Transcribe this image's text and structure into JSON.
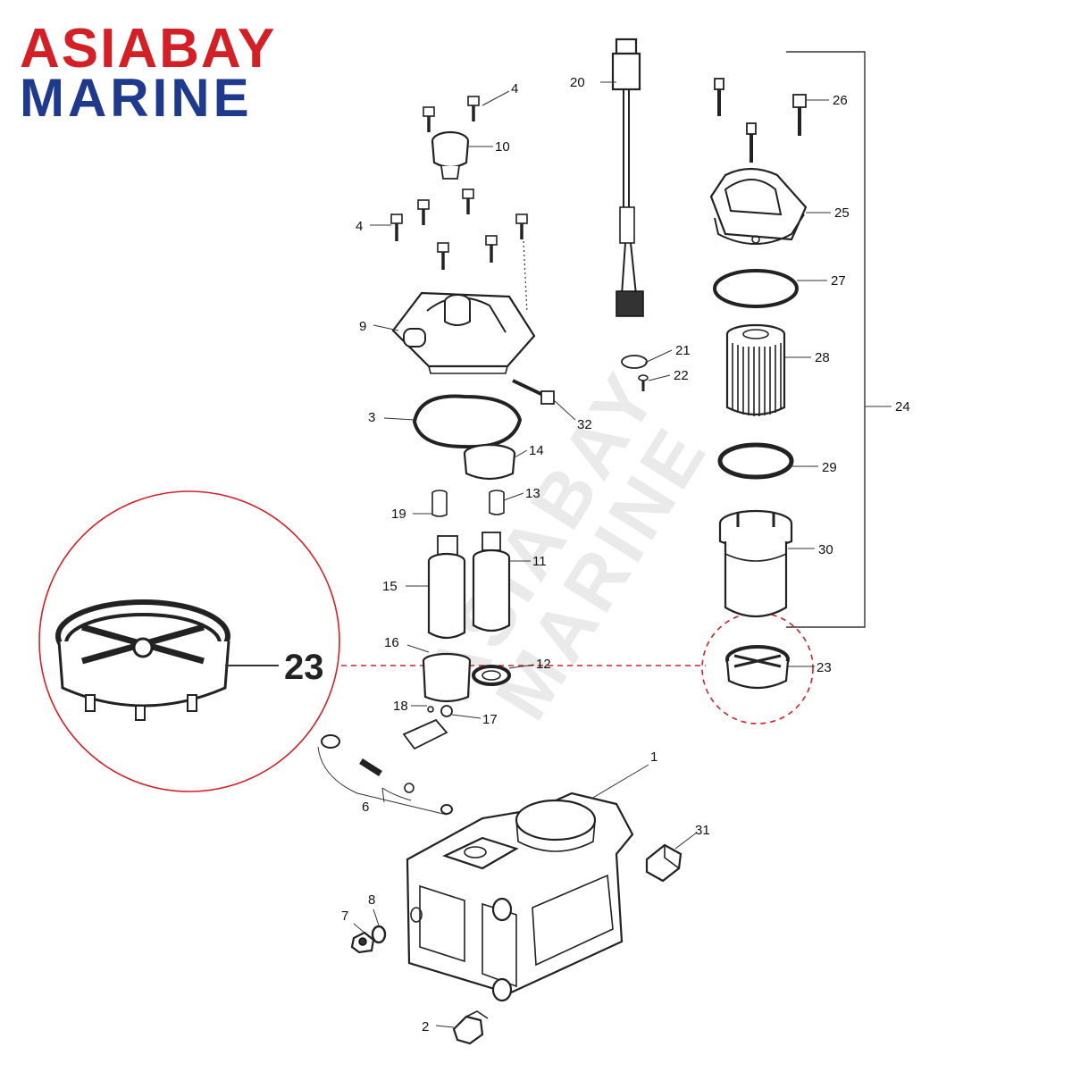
{
  "brand": {
    "line1": "ASIABAY",
    "line2": "MARINE",
    "line1_color": "#d32027",
    "line2_color": "#1f3a8c"
  },
  "watermark": {
    "line1": "ASIABAY",
    "line2": "MARINE"
  },
  "callout": {
    "label": "23",
    "circle_color": "#d32027"
  },
  "parts": {
    "p1": "1",
    "p2": "2",
    "p3": "3",
    "p4a": "4",
    "p4b": "4",
    "p6": "6",
    "p7": "7",
    "p8": "8",
    "p9": "9",
    "p10": "10",
    "p11": "11",
    "p12": "12",
    "p13": "13",
    "p14": "14",
    "p15": "15",
    "p16": "16",
    "p17": "17",
    "p18": "18",
    "p19": "19",
    "p20": "20",
    "p21": "21",
    "p22": "22",
    "p23": "23",
    "p24": "24",
    "p25": "25",
    "p26": "26",
    "p27": "27",
    "p28": "28",
    "p29": "29",
    "p30": "30",
    "p31": "31",
    "p32": "32"
  }
}
